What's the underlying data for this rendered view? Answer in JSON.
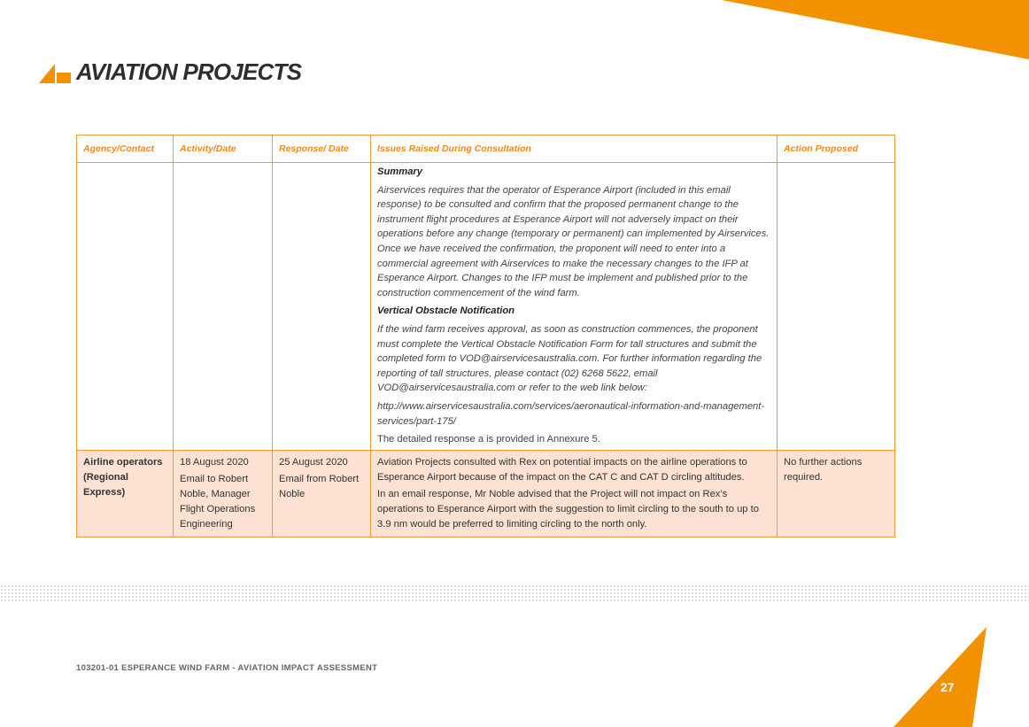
{
  "brand": {
    "logo_text": "AVIATION PROJECTS",
    "accent_color": "#f29200"
  },
  "table": {
    "headers": [
      "Agency/Contact",
      "Activity/Date",
      "Response/ Date",
      "Issues Raised During Consultation",
      "Action Proposed"
    ],
    "airservices_row": {
      "summary_heading": "Summary",
      "summary_text": "Airservices requires that the operator of Esperance Airport (included in this email response) to be consulted and confirm that the proposed permanent change to the instrument flight procedures at Esperance Airport will not adversely impact on their operations before any change (temporary or permanent) can implemented by Airservices. Once we have received the confirmation, the proponent will need to enter into a commercial agreement with Airservices to make the necessary changes to the IFP at Esperance Airport. Changes to the IFP must be implement and published prior to the construction commencement of the wind farm.",
      "von_heading": "Vertical Obstacle Notification",
      "von_text": "If the wind farm receives approval, as soon as construction commences, the proponent must complete the Vertical Obstacle Notification Form for tall structures and submit the completed form to VOD@airservicesaustralia.com. For further information regarding the reporting of tall structures, please contact (02) 6268 5622, email VOD@airservicesaustralia.com or refer to the web link below:",
      "link_text": "http://www.airservicesaustralia.com/services/aeronautical-information-and-management-services/part-175/",
      "annexure_text": "The detailed response a is provided in Annexure 5."
    },
    "rex_row": {
      "agency": "Airline operators (Regional Express)",
      "activity_date": "18 August 2020",
      "activity_text": "Email to Robert Noble, Manager Flight Operations Engineering",
      "response_date": "25 August 2020",
      "response_text": "Email from Robert Noble",
      "issues_1": "Aviation Projects consulted with Rex on potential impacts on the airline operations to Esperance Airport because of the impact on the CAT C and CAT D circling altitudes.",
      "issues_2": "In an email response, Mr Noble advised that the Project will not impact on Rex’s operations to Esperance Airport with the suggestion to limit circling to the south to up to 3.9 nm would be preferred to limiting circling to the north only.",
      "action": "No further actions required."
    }
  },
  "footer": {
    "document_title": "103201-01 ESPERANCE WIND FARM - AVIATION IMPACT ASSESSMENT",
    "page_number": "27"
  }
}
